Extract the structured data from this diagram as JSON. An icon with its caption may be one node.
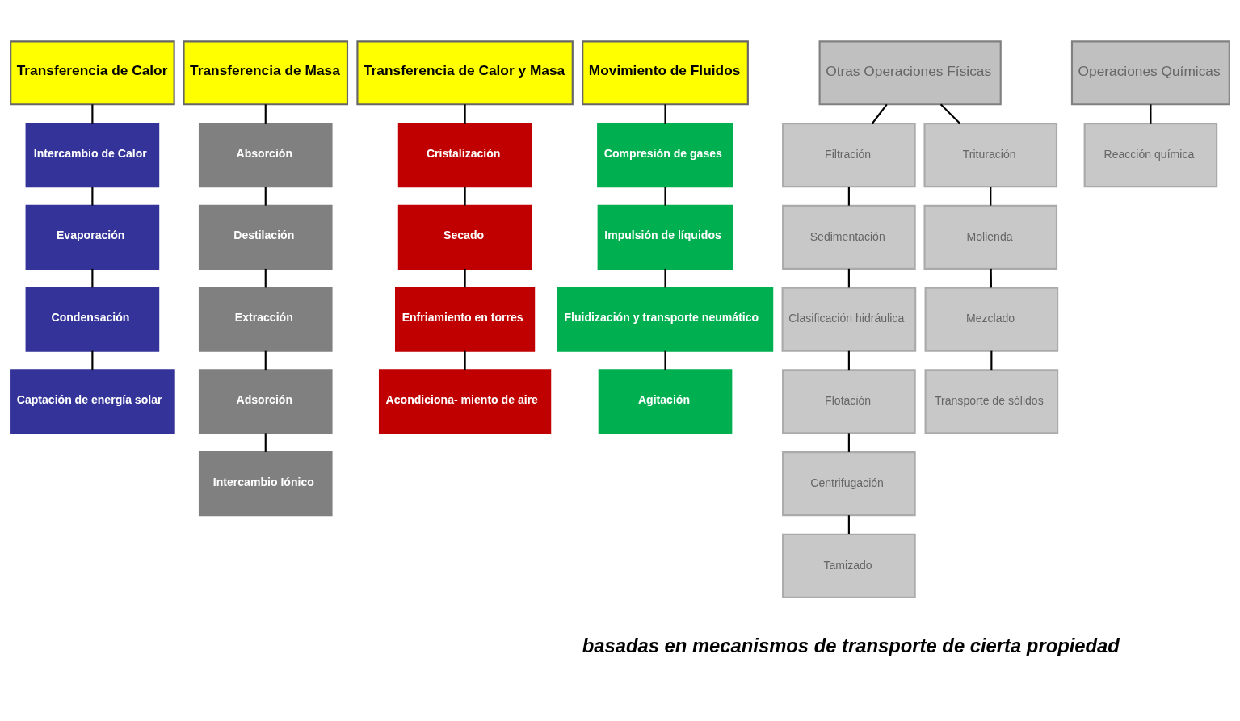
{
  "diagram": {
    "nodes": [
      {
        "text": [
          "Transferencia de Calor"
        ]
      },
      {
        "text": [
          "Intercambio de Calor"
        ]
      },
      {
        "text": [
          "Evaporación"
        ]
      },
      {
        "text": [
          "Condensación"
        ]
      },
      {
        "text": [
          "Captación de energía solar"
        ]
      },
      {
        "text": [
          "Transferencia de Masa"
        ]
      },
      {
        "text": [
          "Absorción"
        ]
      },
      {
        "text": [
          "Destilación"
        ]
      },
      {
        "text": [
          "Extracción"
        ]
      },
      {
        "text": [
          "Adsorción"
        ]
      },
      {
        "text": [
          "Intercambio Iónico"
        ]
      },
      {
        "text": [
          "Transferencia de Calor y Masa"
        ]
      },
      {
        "text": [
          "Cristalización"
        ]
      },
      {
        "text": [
          "Secado"
        ]
      },
      {
        "text": [
          "Enfriamiento en torres"
        ]
      },
      {
        "text": [
          "Acondiciona- miento de aire"
        ]
      },
      {
        "text": [
          "Movimiento de Fluidos"
        ]
      },
      {
        "text": [
          "Compresión de gases"
        ]
      },
      {
        "text": [
          "Impulsión de líquidos"
        ]
      },
      {
        "text": [
          "Fluidización y transporte neumático"
        ]
      },
      {
        "text": [
          "Agitación"
        ]
      },
      {
        "text": [
          "Otras Operaciones Físicas"
        ]
      },
      {
        "text": [
          "Filtración"
        ]
      },
      {
        "text": [
          "Sedimentación"
        ]
      },
      {
        "text": [
          "Clasificación hidráulica"
        ]
      },
      {
        "text": [
          "Flotación"
        ]
      },
      {
        "text": [
          "Centrifugación"
        ]
      },
      {
        "text": [
          "Tamizado"
        ]
      },
      {
        "text": [
          "Trituración"
        ]
      },
      {
        "text": [
          "Molienda"
        ]
      },
      {
        "text": [
          "Mezclado"
        ]
      },
      {
        "text": [
          "Transporte de sólidos"
        ]
      },
      {
        "text": [
          "Operaciones Químicas"
        ]
      },
      {
        "text": [
          "Reacción química"
        ]
      }
    ],
    "edges": [
      {
        "from": 0,
        "to": 1,
        "arrow": "none"
      },
      {
        "from": 1,
        "to": 2,
        "arrow": "none"
      },
      {
        "from": 2,
        "to": 3,
        "arrow": "none"
      },
      {
        "from": 3,
        "to": 4,
        "arrow": "none"
      },
      {
        "from": 5,
        "to": 6,
        "arrow": "none"
      },
      {
        "from": 6,
        "to": 7,
        "arrow": "none"
      },
      {
        "from": 7,
        "to": 8,
        "arrow": "none"
      },
      {
        "from": 8,
        "to": 9,
        "arrow": "none"
      },
      {
        "from": 9,
        "to": 10,
        "arrow": "none"
      },
      {
        "from": 11,
        "to": 12,
        "arrow": "none"
      },
      {
        "from": 12,
        "to": 13,
        "arrow": "none"
      },
      {
        "from": 13,
        "to": 14,
        "arrow": "none"
      },
      {
        "from": 14,
        "to": 15,
        "arrow": "none"
      },
      {
        "from": 16,
        "to": 17,
        "arrow": "none"
      },
      {
        "from": 17,
        "to": 18,
        "arrow": "none"
      },
      {
        "from": 18,
        "to": 19,
        "arrow": "none"
      },
      {
        "from": 19,
        "to": 20,
        "arrow": "none"
      },
      {
        "from": 21,
        "to": 22,
        "arrow": "none"
      },
      {
        "from": 21,
        "to": 28,
        "arrow": "none"
      },
      {
        "from": 22,
        "to": 23,
        "arrow": "none"
      },
      {
        "from": 23,
        "to": 24,
        "arrow": "none"
      },
      {
        "from": 24,
        "to": 25,
        "arrow": "none"
      },
      {
        "from": 25,
        "to": 26,
        "arrow": "none"
      },
      {
        "from": 26,
        "to": 27,
        "arrow": "none"
      },
      {
        "from": 28,
        "to": 29,
        "arrow": "none"
      },
      {
        "from": 29,
        "to": 30,
        "arrow": "none"
      },
      {
        "from": 30,
        "to": 31,
        "arrow": "none"
      },
      {
        "from": 32,
        "to": 33,
        "arrow": "none"
      }
    ],
    "labels": [
      "basadas en mecanismos de transporte de cierta propiedad"
    ]
  }
}
